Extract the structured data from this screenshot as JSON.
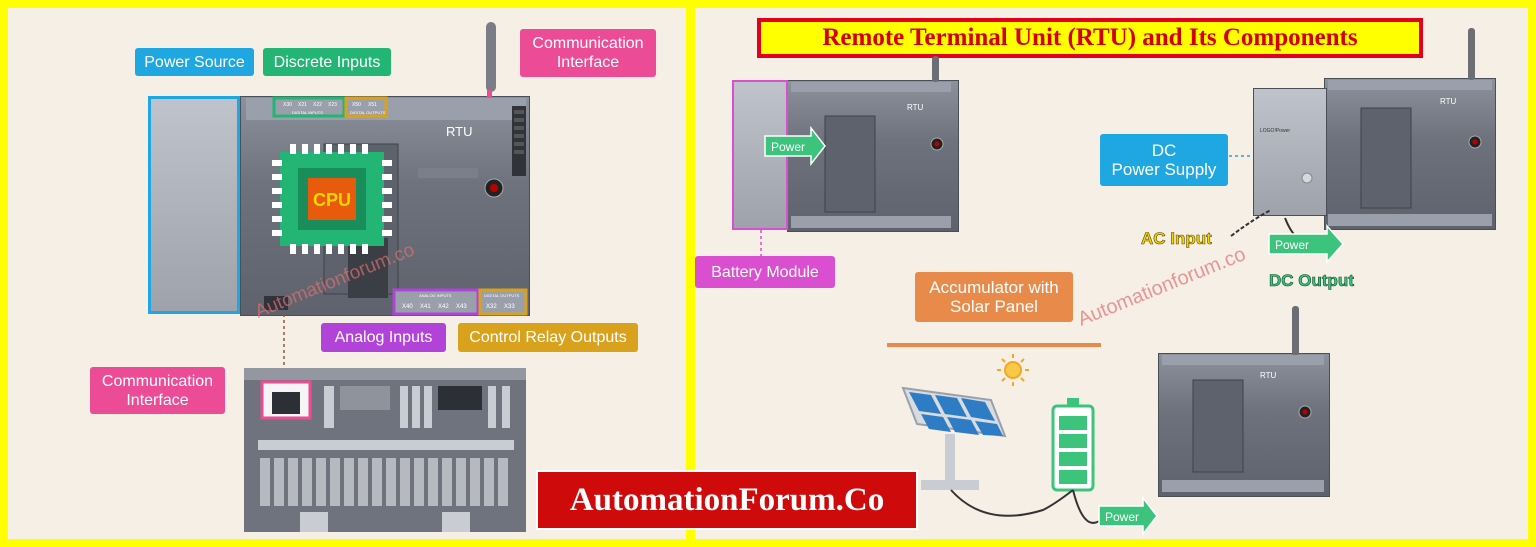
{
  "left": {
    "tags": {
      "power_source": "Power Source",
      "discrete_inputs": "Discrete Inputs",
      "communication_interface_top": "Communication\nInterface",
      "analog_inputs": "Analog Inputs",
      "control_relay_outputs": "Control Relay Outputs",
      "communication_interface_bottom": "Communication\nInterface"
    },
    "rtu_label": "RTU",
    "cpu_label": "CPU",
    "small_labels": {
      "di_group": "DIGITAL INPUTS",
      "do_group": "DIGITAL OUTPUTS",
      "ai_group": "ANALOG INPUTS",
      "ao_group": "DIGITAL OUTPUTS",
      "di_terms": [
        "X30",
        "X21",
        "X22",
        "X23"
      ],
      "do_terms": [
        "X50",
        "X51"
      ],
      "ai_terms": [
        "X40",
        "X41",
        "X42",
        "X43"
      ],
      "relay_terms": [
        "X32",
        "X33"
      ]
    },
    "watermark": "Automationforum.co"
  },
  "right": {
    "title": "Remote Terminal Unit (RTU) and Its Components",
    "tags": {
      "battery_module": "Battery Module",
      "dc_power_supply": "DC\nPower Supply",
      "accumulator": "Accumulator with\nSolar Panel"
    },
    "arrows": {
      "power_battery": "Power",
      "power_dc": "Power",
      "power_solar": "Power"
    },
    "ac_input": "AC Input",
    "dc_output": "DC Output",
    "rtu_label": "RTU",
    "psu_brand": "LOGO!Power",
    "watermark": "Automationforum.co"
  },
  "banner": "AutomationForum.Co",
  "colors": {
    "frame": "#ffff00",
    "blue_tag": "#1ea7e1",
    "green_tag": "#22b573",
    "pink_tag": "#ec4c95",
    "purple_tag": "#b243d9",
    "gold_tag": "#d9a21c",
    "orange_tag": "#e88a4a",
    "magenta_tag": "#d94fd0",
    "title_border": "#e3001b",
    "banner_bg": "#cf0a0a"
  }
}
